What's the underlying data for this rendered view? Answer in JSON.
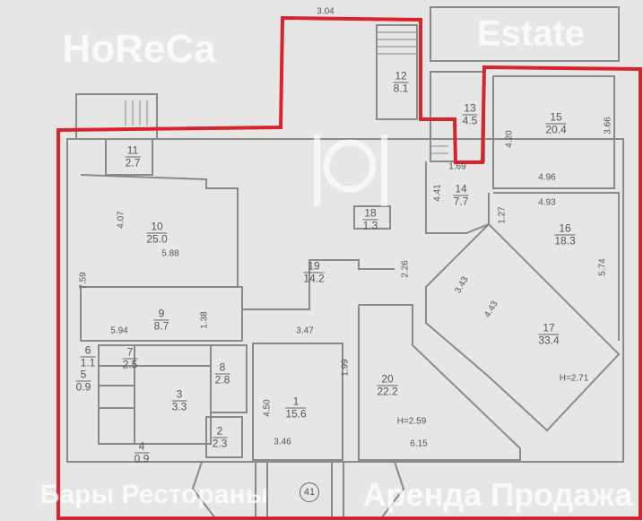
{
  "outline_color": "#d9232d",
  "wall_color": "#8a8a8a",
  "rooms": [
    {
      "number": "11",
      "area": "2.7"
    },
    {
      "number": "10",
      "area": "25.0"
    },
    {
      "number": "12",
      "area": "8.1"
    },
    {
      "number": "13",
      "area": "4.5"
    },
    {
      "number": "15",
      "area": "20.4"
    },
    {
      "number": "14",
      "area": "7.7"
    },
    {
      "number": "18",
      "area": "1.3"
    },
    {
      "number": "16",
      "area": "18.3"
    },
    {
      "number": "19",
      "area": "14.2"
    },
    {
      "number": "9",
      "area": "8.7"
    },
    {
      "number": "17",
      "area": "33.4"
    },
    {
      "number": "6",
      "area": "1.1"
    },
    {
      "number": "7",
      "area": "2.5"
    },
    {
      "number": "8",
      "area": "2.8"
    },
    {
      "number": "5",
      "area": "0.9"
    },
    {
      "number": "3",
      "area": "3.3"
    },
    {
      "number": "1",
      "area": "15.6"
    },
    {
      "number": "20",
      "area": "22.2"
    },
    {
      "number": "2",
      "area": "2.3"
    },
    {
      "number": "4",
      "area": "0.9"
    }
  ],
  "dimensions": [
    "3.04",
    "4.07",
    "5.88",
    "7.59",
    "5.94",
    "1.38",
    "3.47",
    "4.50",
    "3.46",
    "1.99",
    "2.26",
    "3.43",
    "4.43",
    "6.15",
    "H=2.59",
    "H=2.71",
    "1.27",
    "4.20",
    "3.66",
    "4.96",
    "4.93",
    "1.69",
    "4.41",
    "5.74"
  ],
  "entrance_marker": "41",
  "watermark": {
    "line1a": "HoReCa",
    "line1b": "Estate",
    "line2": "Аренда Продажа",
    "line3": "Бары Рестораны",
    "icon": "fork-plate-knife-icon"
  }
}
